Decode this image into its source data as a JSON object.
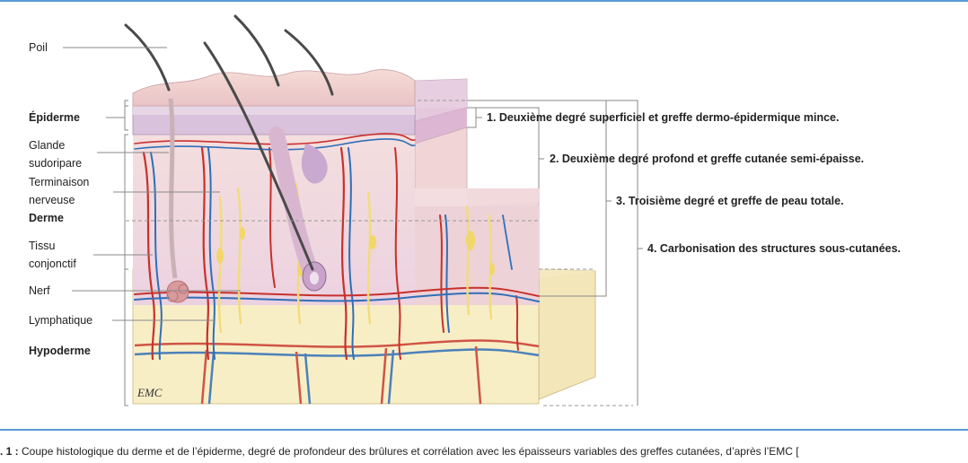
{
  "labels": {
    "poil": "Poil",
    "epiderme": "Épiderme",
    "glande": "Glande sudoripare",
    "glande_l1": "Glande",
    "glande_l2": "sudoripare",
    "terminaison_l1": "Terminaison",
    "terminaison_l2": "nerveuse",
    "derme": "Derme",
    "tissu_l1": "Tissu",
    "tissu_l2": "conjonctif",
    "nerf": "Nerf",
    "lymphatique": "Lymphatique",
    "hypoderme": "Hypoderme"
  },
  "degrees": [
    "1. Deuxième degré superficiel et greffe dermo-épidermique mince.",
    "2. Deuxième degré profond et greffe cutanée semi-épaisse.",
    "3. Troisième degré et greffe de peau totale.",
    "4. Carbonisation des structures sous-cutanées."
  ],
  "watermark": "EMC",
  "caption": {
    "prefix": ". 1 :",
    "text": "Coupe histologique du derme et de l’épiderme, degré de profondeur des brûlures et corrélation avec les épaisseurs variables des greffes cutanées, d’après l’EMC ["
  },
  "colors": {
    "rule": "#5b9bd5",
    "epidermis": "#d9c2dc",
    "dermis": "#f1d7d8",
    "hypodermis": "#f8edc3",
    "artery": "#c8302c",
    "vein": "#2f6fb8",
    "nerve": "#f1dc7a",
    "hair": "#444444"
  }
}
